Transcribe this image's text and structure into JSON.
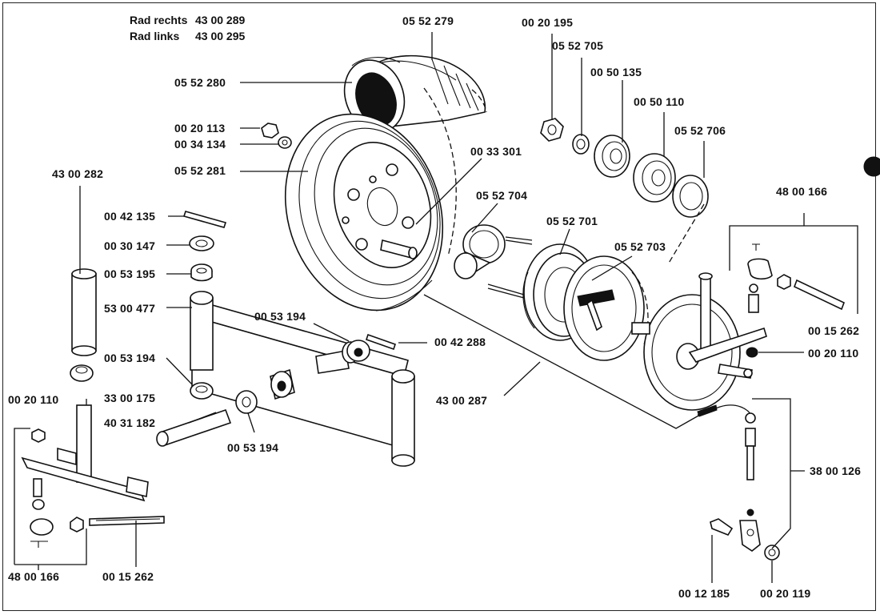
{
  "header": {
    "rad_rechts_label": "Rad rechts",
    "rad_rechts_number": "43 00 289",
    "rad_links_label": "Rad links",
    "rad_links_number": "43 00 295"
  },
  "labels": {
    "p_055279": "05 52 279",
    "p_002195": "00 20 195",
    "p_055705": "05 52 705",
    "p_005135": "00 50 135",
    "p_005110": "00 50 110",
    "p_055706": "05 52 706",
    "p_055280": "05 52 280",
    "p_002113": "00 20 113",
    "p_003134": "00 34 134",
    "p_055281": "05 52 281",
    "p_003301": "00 33 301",
    "p_430282": "43 00 282",
    "p_055704": "05 52 704",
    "p_480166_r": "48 00 166",
    "p_004135": "00 42 135",
    "p_055701": "05 52 701",
    "p_003147": "00 30 147",
    "p_055703": "05 52 703",
    "p_005195": "00 53 195",
    "p_530477": "53 00 477",
    "p_005194_a": "00 53 194",
    "p_004288": "00 42 288",
    "p_001262_r": "00 15 262",
    "p_002110_r": "00 20 110",
    "p_005194_b": "00 53 194",
    "p_430287": "43 00 287",
    "p_002110_l": "00 20 110",
    "p_330175": "33 00 175",
    "p_403182": "40 31 182",
    "p_005194_c": "00 53 194",
    "p_380126": "38 00 126",
    "p_480166_l": "48 00 166",
    "p_001262_l": "00 15 262",
    "p_001185": "00 12 185",
    "p_002119": "00 20 119"
  }
}
